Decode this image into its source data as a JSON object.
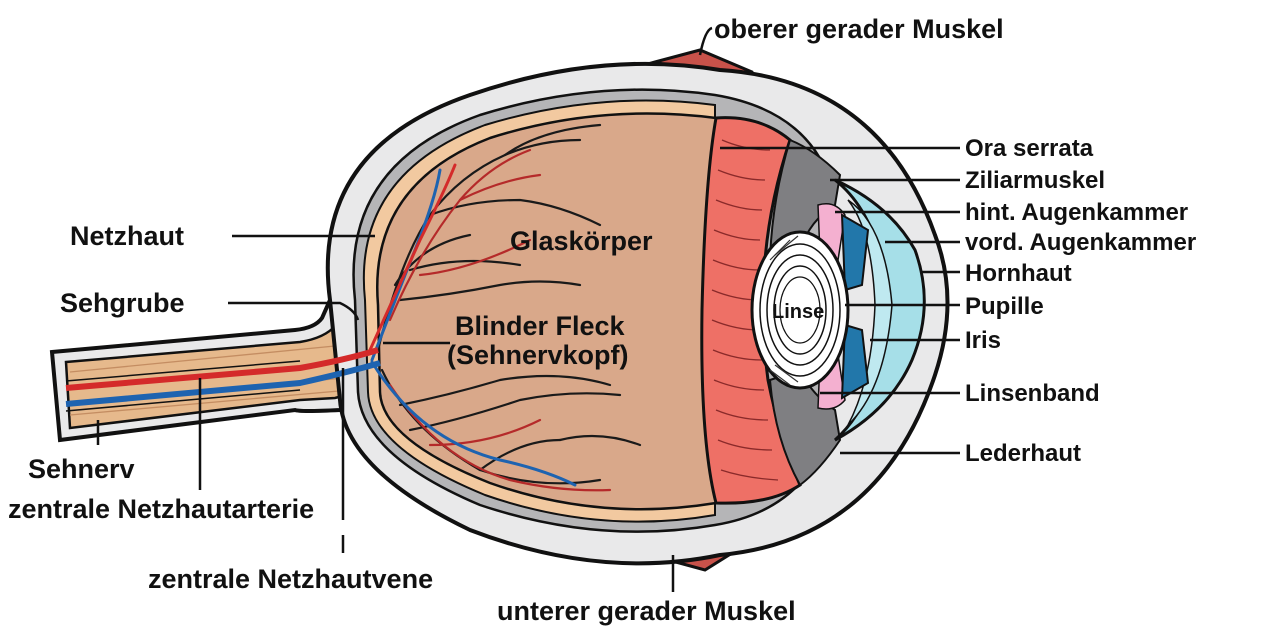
{
  "colors": {
    "vitreous": "#d9a88a",
    "sclera": "#e9e9ea",
    "choroid": "#b5b5b7",
    "retina": "#f2c9a0",
    "ciliary_body": "#ee7066",
    "cornea": "#a6dfe8",
    "iris": "#2277aa",
    "lens": "#ffffff",
    "artery": "#d42a2a",
    "vein": "#1e63b0",
    "muscle": "#c8524a",
    "nerve": "#e6b98c"
  },
  "labels": {
    "oberer_gerader_muskel": "oberer gerader Muskel",
    "ora_serrata": "Ora serrata",
    "ziliarmuskel": "Ziliarmuskel",
    "hint_augenkammer": "hint. Augenkammer",
    "vord_augenkammer": "vord. Augenkammer",
    "hornhaut": "Hornhaut",
    "pupille": "Pupille",
    "iris": "Iris",
    "linsenband": "Linsenband",
    "lederhaut": "Lederhaut",
    "netzhaut": "Netzhaut",
    "sehgrube": "Sehgrube",
    "glaskoerper": "Glaskörper",
    "blinder_fleck": "Blinder Fleck",
    "sehnervkopf": "(Sehnervkopf)",
    "linse": "Linse",
    "sehnerv": "Sehnerv",
    "zentrale_netzhautarterie": "zentrale Netzhautarterie",
    "zentrale_netzhautvene": "zentrale Netzhautvene",
    "unterer_gerader_muskel": "unterer gerader Muskel"
  }
}
